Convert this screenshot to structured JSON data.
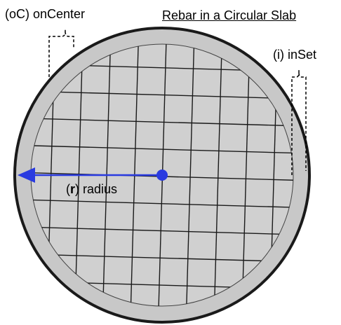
{
  "title": "Rebar in a Circular Slab",
  "labels": {
    "on_center": "(oC) onCenter",
    "inset": "(i) inSet",
    "radius_open": "(",
    "radius_symbol": "r",
    "radius_rest": ") radius"
  },
  "colors": {
    "slab_fill": "#c8c8c8",
    "rebar_line": "#1a1a1a",
    "radius_arrow": "#2a3be0"
  },
  "grid": {
    "columns": 10,
    "rows": 10
  }
}
